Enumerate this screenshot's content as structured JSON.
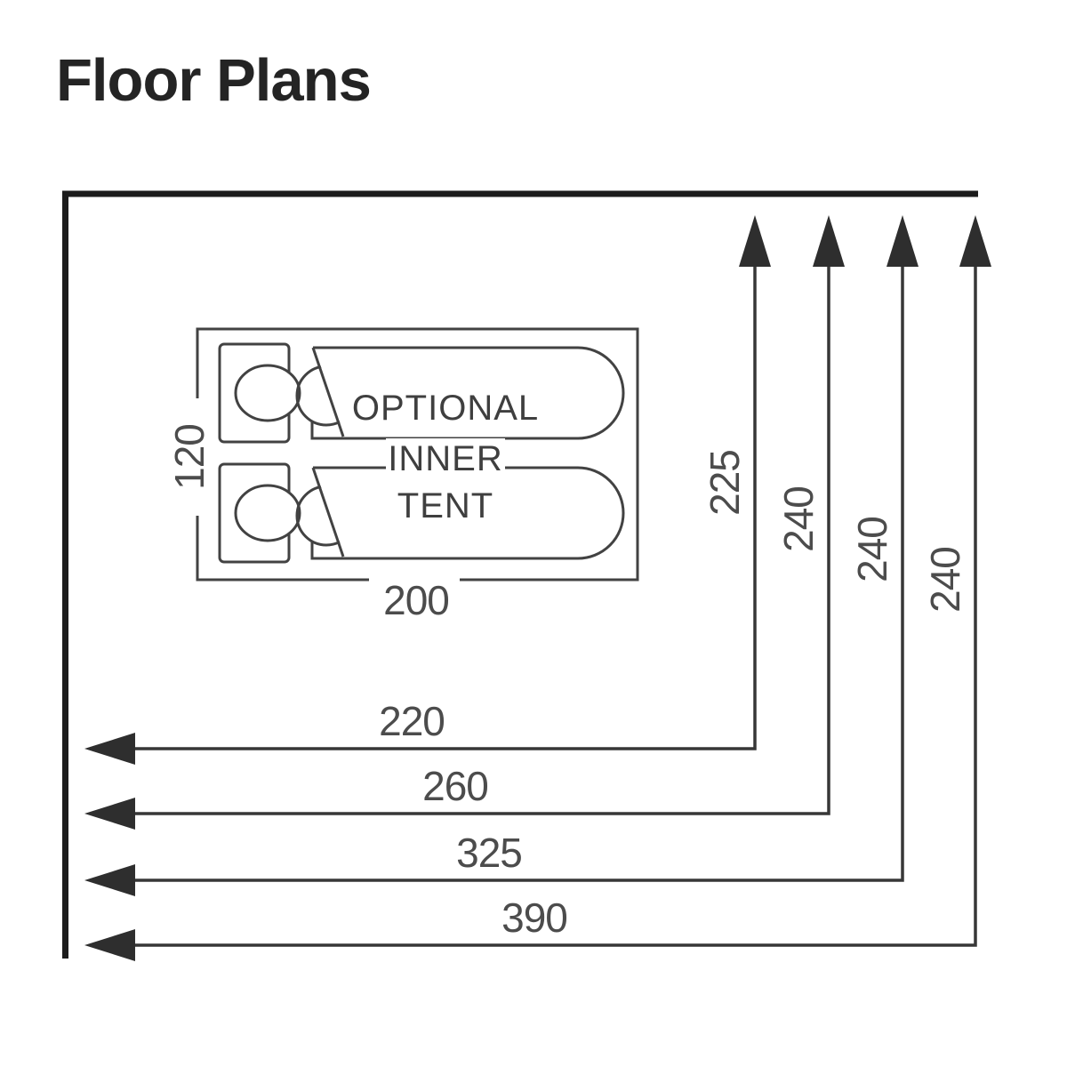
{
  "title": "Floor Plans",
  "inner_tent": {
    "lines": [
      "OPTIONAL",
      "INNER",
      "TENT"
    ],
    "depth_label": "120",
    "width_label": "200",
    "sleeping_positions": 2
  },
  "dimensions": {
    "vertical_arrows": [
      "225",
      "240",
      "240",
      "240"
    ],
    "horizontal_arrows": [
      "220",
      "260",
      "325",
      "390"
    ]
  },
  "colors": {
    "background": "#ffffff",
    "title_ink": "#242424",
    "border_ink": "#1c1c1c",
    "line_ink": "#373737",
    "tent_ink": "#424242",
    "label_ink": "#4c4c4c",
    "arrowhead_ink": "#2e2e2e"
  }
}
